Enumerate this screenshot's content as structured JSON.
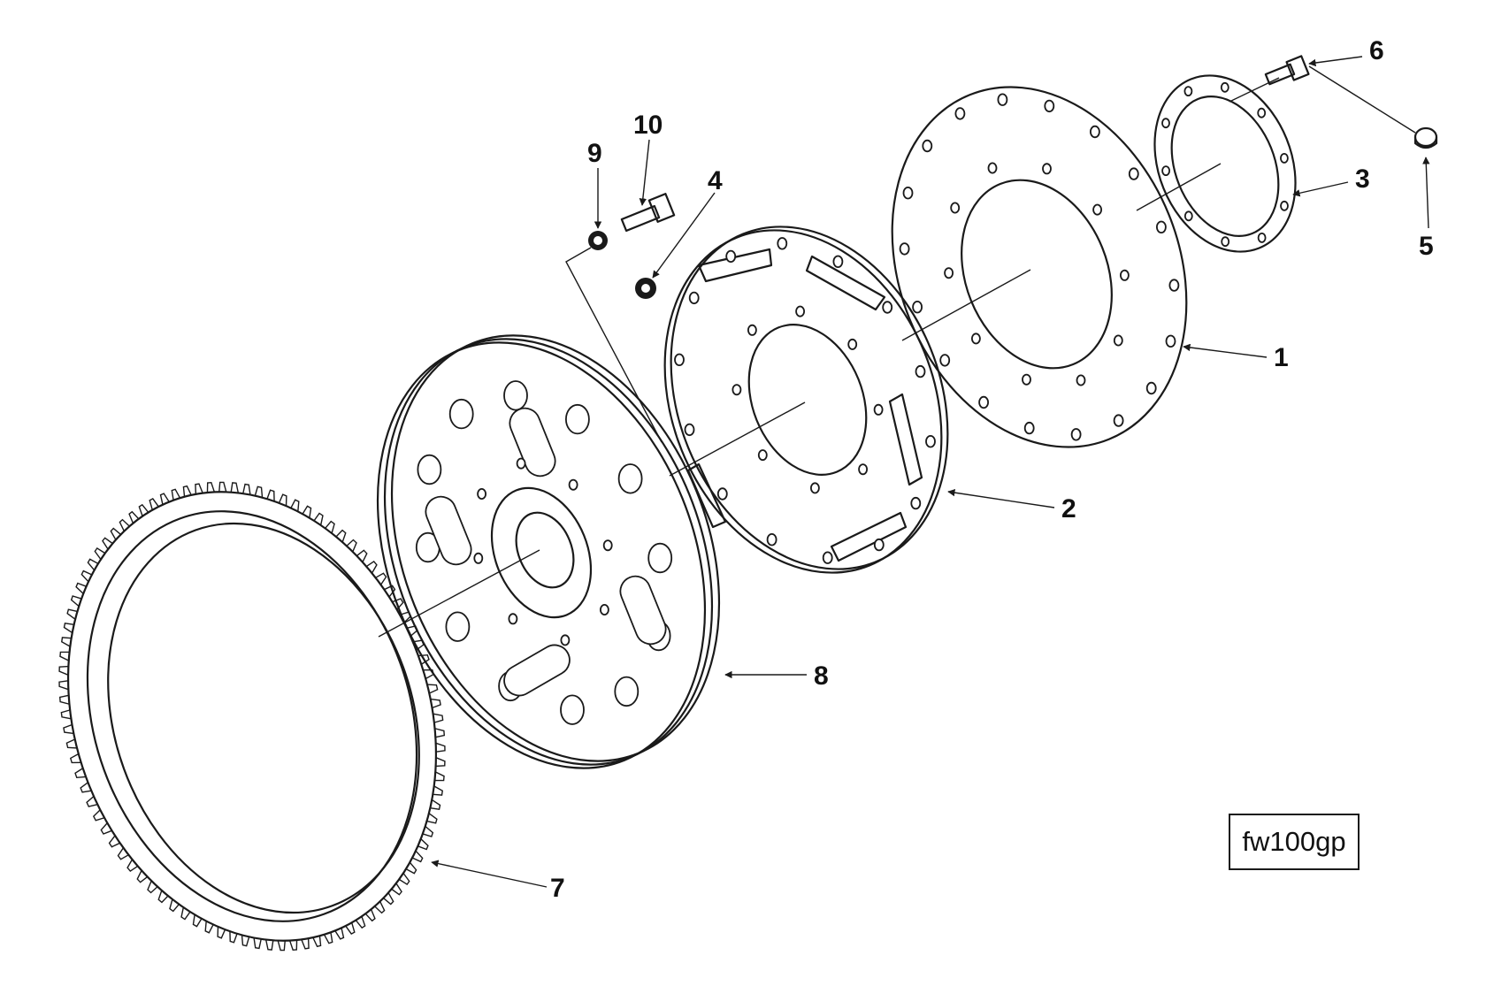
{
  "figure": {
    "id_label": "fw100gp"
  },
  "callouts": [
    {
      "number": "1",
      "part": "flexplate"
    },
    {
      "number": "2",
      "part": "flexplate adapter"
    },
    {
      "number": "3",
      "part": "reinforcement ring"
    },
    {
      "number": "4",
      "part": "nut"
    },
    {
      "number": "5",
      "part": "plug"
    },
    {
      "number": "6",
      "part": "capscrew"
    },
    {
      "number": "7",
      "part": "ring gear"
    },
    {
      "number": "8",
      "part": "flywheel"
    },
    {
      "number": "9",
      "part": "washer"
    },
    {
      "number": "10",
      "part": "capscrew"
    }
  ]
}
